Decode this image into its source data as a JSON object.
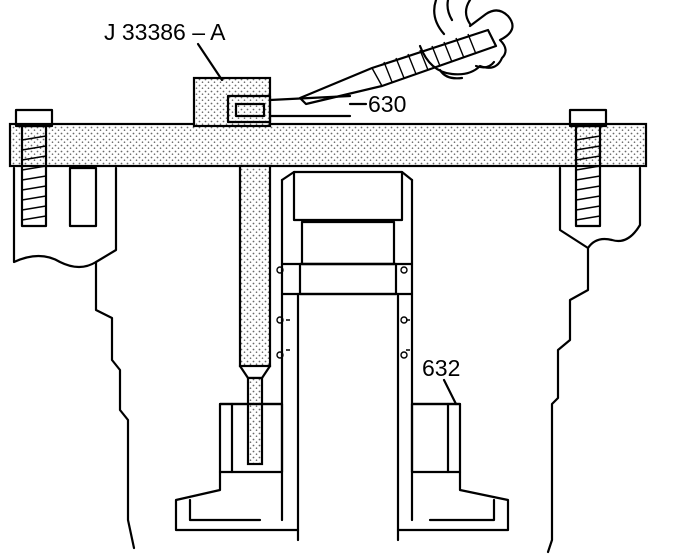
{
  "labels": {
    "tool": "J 33386 – A",
    "part_630": "630",
    "part_632": "632"
  },
  "colors": {
    "ink": "#000000",
    "paper": "#ffffff",
    "stipple": "#6a6a6a"
  },
  "icons": {
    "hand": "hand-holding-tool-icon",
    "bolt": "bolt-icon"
  }
}
